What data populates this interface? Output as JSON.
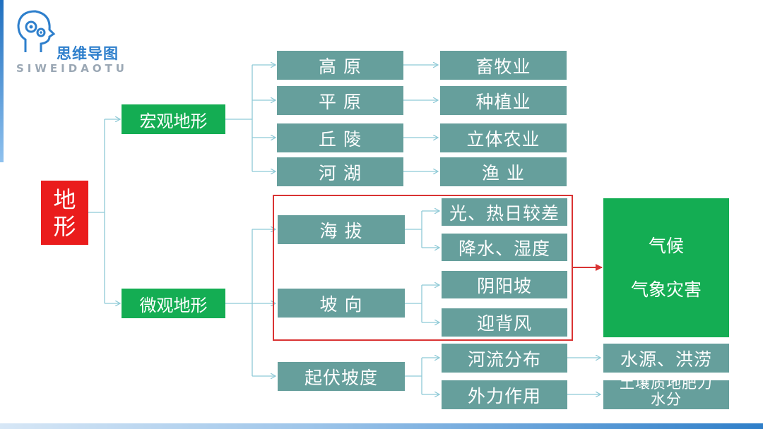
{
  "logo": {
    "title": "思维导图",
    "subtitle": "SIWEIDAOTU",
    "icon": "head-gear-icon"
  },
  "root": {
    "label": "地\n形"
  },
  "macro": {
    "label": "宏观地形",
    "items": [
      {
        "type": "高 原",
        "use": "畜牧业"
      },
      {
        "type": "平 原",
        "use": "种植业"
      },
      {
        "type": "丘 陵",
        "use": "立体农业"
      },
      {
        "type": "河 湖",
        "use": "渔 业"
      }
    ]
  },
  "micro": {
    "label": "微观地形",
    "altitude": {
      "label": "海 拔",
      "effects": [
        "光、热日较差",
        "降水、湿度"
      ]
    },
    "aspect": {
      "label": "坡 向",
      "effects": [
        "阴阳坡",
        "迎背风"
      ]
    },
    "relief": {
      "label": "起伏坡度",
      "effects": [
        "河流分布",
        "外力作用"
      ],
      "results": [
        "水源、洪涝",
        "土壤质地肥力\n水分"
      ]
    }
  },
  "climate": {
    "lines": [
      "气候",
      "气象灾害"
    ]
  },
  "colors": {
    "teal": "#669f9c",
    "green": "#14ad53",
    "red": "#ea1c1c",
    "line": "#8ec9d6",
    "frame": "#d93333"
  }
}
